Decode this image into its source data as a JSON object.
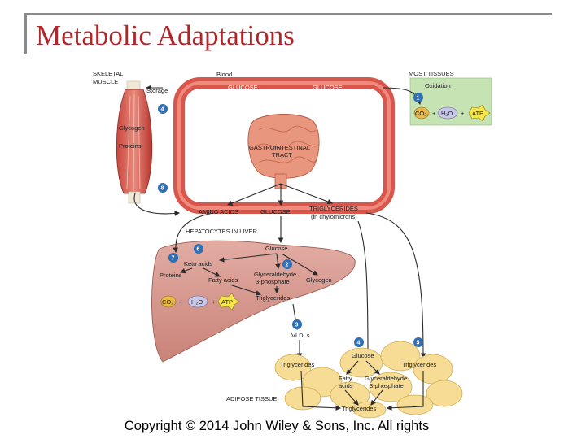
{
  "slide": {
    "title": "Metabolic Adaptations",
    "copyright": "Copyright © 2014 John Wiley & Sons, Inc. All rights"
  },
  "diagram": {
    "skeletal_muscle": {
      "label_line1": "SKELETAL",
      "label_line2": "MUSCLE",
      "storage": "Storage",
      "glycogen": "Glycogen",
      "proteins": "Proteins"
    },
    "blood": {
      "label": "Blood",
      "glucose_left": "GLUCOSE",
      "glucose_right": "GLUCOSE"
    },
    "most_tissues": {
      "label": "MOST TISSUES",
      "oxidation": "Oxidation",
      "co2": "CO₂",
      "h2o": "H₂O",
      "atp": "ATP",
      "plus": "+"
    },
    "gi_tract": {
      "line1": "GASTROINTESTINAL",
      "line2": "TRACT"
    },
    "absorbed": {
      "amino_acids": "AMINO ACIDS",
      "glucose": "GLUCOSE",
      "triglycerides": "TRIGLYCERIDES",
      "chylomicrons": "(in chylomicrons)"
    },
    "liver": {
      "label": "HEPATOCYTES IN LIVER",
      "glucose": "Glucose",
      "keto_acids": "Keto acids",
      "proteins": "Proteins",
      "fatty_acids": "Fatty acids",
      "g3p_line1": "Glyceraldehyde",
      "g3p_line2": "3-phosphate",
      "glycogen": "Glycogen",
      "triglycerides": "Triglycerides",
      "co2": "CO₂",
      "h2o": "H₂O",
      "atp": "ATP",
      "plus": "+",
      "vldls": "VLDLs"
    },
    "adipose": {
      "label": "ADIPOSE TISSUE",
      "triglycerides_left": "Triglycerides",
      "glucose": "Glucose",
      "triglycerides_right": "Triglycerides",
      "fatty_line1": "Fatty",
      "fatty_line2": "acids",
      "g3p_line1": "Glyceraldehyde",
      "g3p_line2": "3-phosphate",
      "triglycerides_bottom": "Triglycerides"
    },
    "steps": [
      "1",
      "2",
      "3",
      "4",
      "5",
      "6",
      "7",
      "8"
    ]
  }
}
